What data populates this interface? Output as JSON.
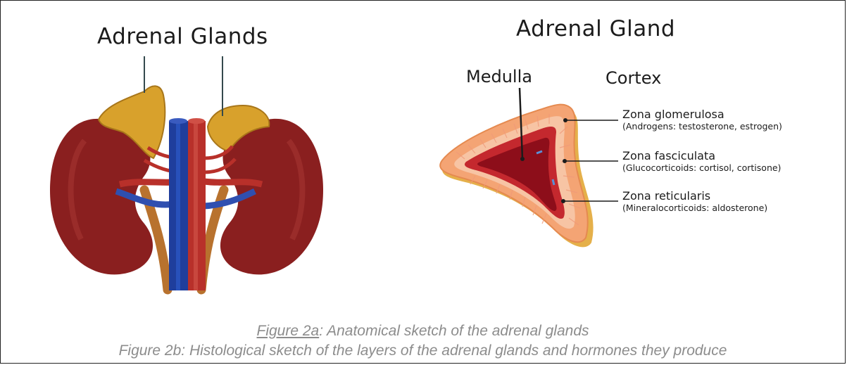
{
  "left_figure": {
    "title": "Adrenal Glands"
  },
  "right_figure": {
    "title": "Adrenal Gland",
    "medulla_label": "Medulla",
    "cortex_label": "Cortex",
    "zones": [
      {
        "name": "Zona glomerulosa",
        "hormones": "(Androgens: testosterone, estrogen)"
      },
      {
        "name": "Zona fasciculata",
        "hormones": "(Glucocorticoids: cortisol, cortisone)"
      },
      {
        "name": "Zona reticularis",
        "hormones": "(Mineralocorticoids: aldosterone)"
      }
    ]
  },
  "captions": {
    "a_label": "Figure 2a",
    "a_text": ": Anatomical sketch of the adrenal glands",
    "b_text": "Figure 2b: Histological sketch of the layers of the adrenal glands and hormones they produce"
  },
  "colors": {
    "kidney": "#8a1f1f",
    "gland": "#d8a12c",
    "vein": "#1f3e9c",
    "artery": "#b8302a",
    "ureter": "#b8722e",
    "cortex_outer": "#f4a474",
    "medulla": "#b5142a"
  }
}
